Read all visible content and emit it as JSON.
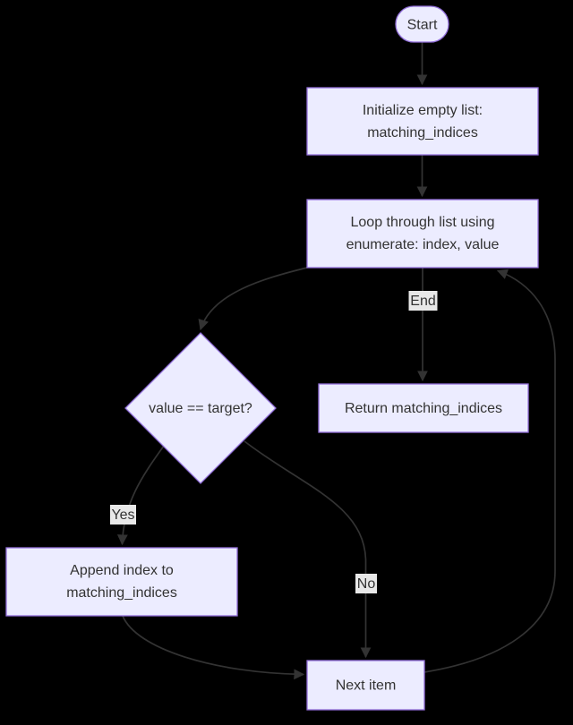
{
  "diagram": {
    "type": "flowchart",
    "direction": "top-down",
    "colors": {
      "background": "#000000",
      "node_fill": "#ECECFF",
      "node_border": "#9370DB",
      "node_text": "#333333",
      "edge_color": "#333333",
      "edge_label_bg": "#e8e8e8",
      "edge_label_text": "#333333"
    },
    "nodes": {
      "start": {
        "shape": "stadium",
        "label": "Start"
      },
      "init": {
        "shape": "rect",
        "lines": [
          "Initialize empty list:",
          "matching_indices"
        ]
      },
      "loop": {
        "shape": "rect",
        "lines": [
          "Loop through list using",
          "enumerate: index, value"
        ]
      },
      "decision": {
        "shape": "diamond",
        "label": "value == target?"
      },
      "return": {
        "shape": "rect",
        "label": "Return matching_indices"
      },
      "append": {
        "shape": "rect",
        "lines": [
          "Append index to",
          "matching_indices"
        ]
      },
      "next": {
        "shape": "rect",
        "label": "Next item"
      }
    },
    "edge_labels": {
      "end": "End",
      "yes": "Yes",
      "no": "No"
    },
    "edges": [
      {
        "from": "start",
        "to": "init",
        "label": ""
      },
      {
        "from": "init",
        "to": "loop",
        "label": ""
      },
      {
        "from": "loop",
        "to": "decision",
        "label": ""
      },
      {
        "from": "loop",
        "to": "return",
        "label": "End"
      },
      {
        "from": "decision",
        "to": "append",
        "label": "Yes"
      },
      {
        "from": "decision",
        "to": "next",
        "label": "No"
      },
      {
        "from": "append",
        "to": "next",
        "label": ""
      },
      {
        "from": "next",
        "to": "loop",
        "label": ""
      }
    ]
  }
}
